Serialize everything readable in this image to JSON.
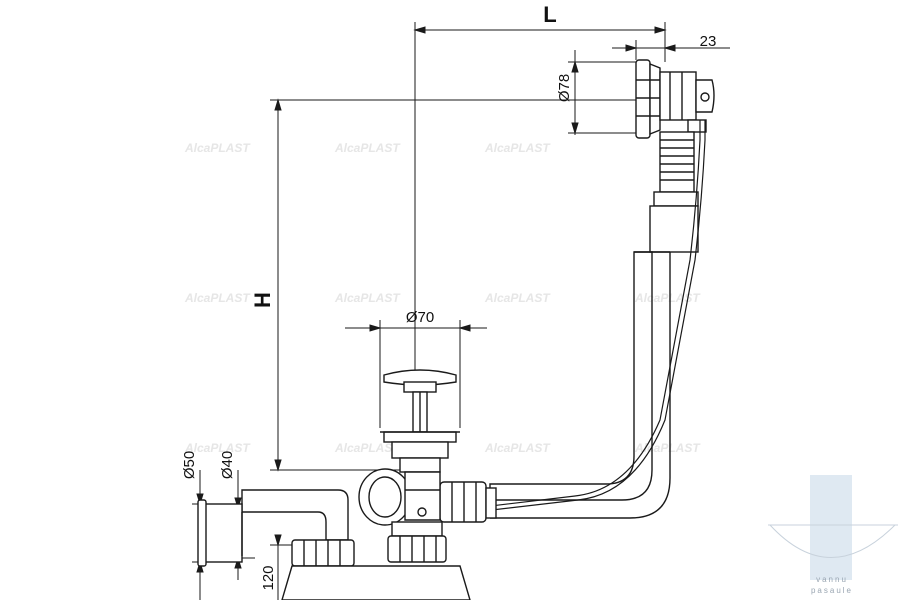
{
  "dimensions": {
    "L": "L",
    "H": "H",
    "d78": "Ø78",
    "d70": "Ø70",
    "d50": "Ø50",
    "d40": "Ø40",
    "w23": "23",
    "h120": "120"
  },
  "watermark": "AlcaPLAST",
  "logo": {
    "line1": "vannu",
    "line2": "pasaule"
  },
  "colors": {
    "line": "#1a1a1a",
    "watermark": "#e6e6e6",
    "logo_bar": "#dfe9f2"
  }
}
